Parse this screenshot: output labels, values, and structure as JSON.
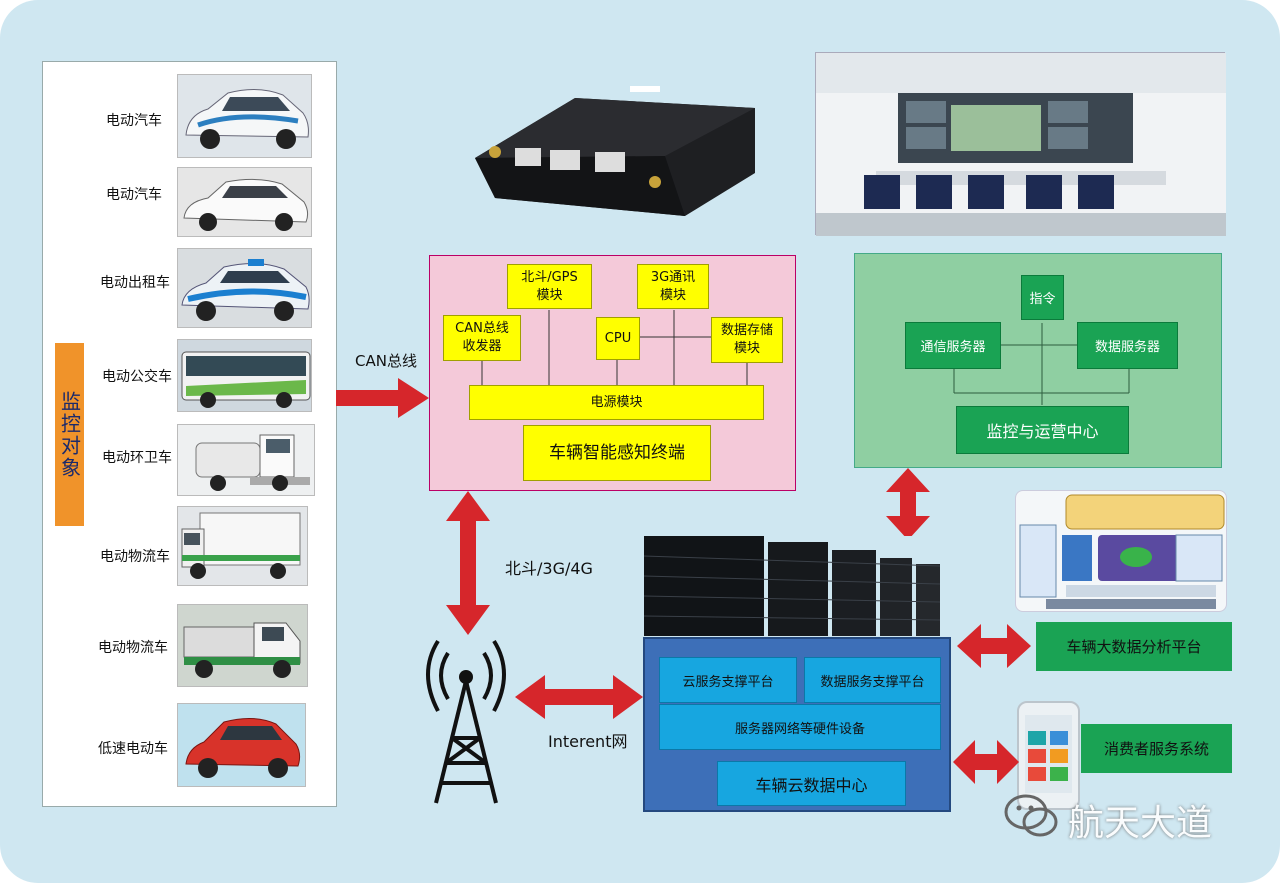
{
  "vehicles": [
    {
      "label": "电动汽车",
      "kind": "car-white-blue"
    },
    {
      "label": "电动汽车",
      "kind": "sedan-white"
    },
    {
      "label": "电动出租车",
      "kind": "taxi"
    },
    {
      "label": "电动公交车",
      "kind": "bus"
    },
    {
      "label": "电动环卫车",
      "kind": "sanitation-truck"
    },
    {
      "label": "电动物流车",
      "kind": "van-truck"
    },
    {
      "label": "电动物流车",
      "kind": "cargo-truck"
    },
    {
      "label": "低速电动车",
      "kind": "small-car-red"
    }
  ],
  "monitor_tag": "监控对象",
  "can_bus_label": "CAN总线",
  "terminal": {
    "title": "车辆智能感知终端",
    "modules": {
      "gps": "北斗/GPS\n模块",
      "comm": "3G通讯\n模块",
      "can": "CAN总线\n收发器",
      "cpu": "CPU",
      "storage": "数据存储\n模块",
      "power": "电源模块"
    }
  },
  "network_label": "北斗/3G/4G",
  "internet_label": "Interent网",
  "center": {
    "command": "指令",
    "comm_server": "通信服务器",
    "data_server": "数据服务器",
    "title": "监控与运营中心"
  },
  "cloud": {
    "cloud_platform": "云服务支撑平台",
    "data_platform": "数据服务支撑平台",
    "hardware": "服务器网络等硬件设备",
    "title": "车辆云数据中心"
  },
  "bigdata_label": "车辆大数据分析平台",
  "consumer_label": "消费者服务系统",
  "watermark": "航天大道",
  "colors": {
    "background": "#cfe7f1",
    "arrow_red": "#d6262b",
    "terminal_pink": "#f4c9d9",
    "module_yellow": "#ffff00",
    "center_green": "#8fcfa2",
    "box_green": "#1aa354",
    "cloud_blue": "#3d6fb8",
    "cloud_box": "#17a6e0",
    "tag_orange": "#f0932a"
  }
}
